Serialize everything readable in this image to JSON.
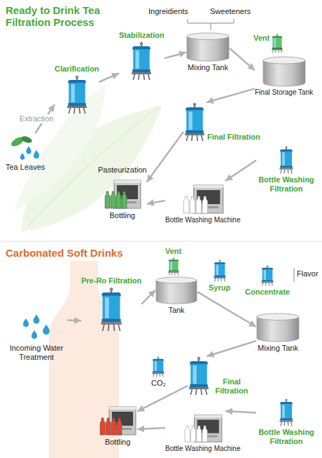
{
  "diagram": {
    "title": "Ready to Drink Tea Filtration Process",
    "nodes": [
      {
        "text": [
          "Tea Leaves"
        ]
      },
      {
        "text": [
          "Clarification"
        ]
      },
      {
        "text": [
          "Stabilization"
        ]
      },
      {
        "text": [
          "Mixing Tank"
        ]
      },
      {
        "text": [
          "Vent"
        ]
      },
      {
        "text": [
          "Final Storage Tank"
        ]
      },
      {
        "text": [
          "Final Filtration"
        ]
      },
      {
        "text": [
          "Bottle Washing Filtration"
        ]
      },
      {
        "text": [
          "Bottle Washing Machine"
        ]
      },
      {
        "text": [
          "Pasteurization",
          "Bottling"
        ]
      },
      {
        "text": [
          "Incoming Water Treatment"
        ]
      },
      {
        "text": [
          "Pre-Ro Filtration"
        ]
      },
      {
        "text": [
          "Vent"
        ]
      },
      {
        "text": [
          "Tank"
        ]
      },
      {
        "text": [
          "Syrup"
        ]
      },
      {
        "text": [
          "Concentrate"
        ]
      },
      {
        "text": [
          "Mixing Tank"
        ]
      },
      {
        "text": [
          "CO₂"
        ]
      },
      {
        "text": [
          "Final Filtration"
        ]
      },
      {
        "text": [
          "Bottle Washing Filtration"
        ]
      },
      {
        "text": [
          "Bottle Washing Machine"
        ]
      },
      {
        "text": [
          "Bottling"
        ]
      }
    ],
    "edges": [
      {
        "from": 0,
        "to": 1,
        "label": "Extraction",
        "arrow": "to"
      },
      {
        "from": 1,
        "to": 2,
        "arrow": "to"
      },
      {
        "from": 2,
        "to": 3,
        "arrow": "to"
      },
      {
        "from": 3,
        "to": 5,
        "arrow": "to"
      },
      {
        "from": 5,
        "to": 6,
        "arrow": "to"
      },
      {
        "from": 6,
        "to": 9,
        "arrow": "to"
      },
      {
        "from": 7,
        "to": 8,
        "arrow": "to"
      },
      {
        "from": 8,
        "to": 9,
        "arrow": "to"
      },
      {
        "from": 10,
        "to": 11,
        "arrow": "to"
      },
      {
        "from": 11,
        "to": 13,
        "arrow": "to"
      },
      {
        "from": 13,
        "to": 16,
        "arrow": "to"
      },
      {
        "from": 16,
        "to": 18,
        "arrow": "to"
      },
      {
        "from": 18,
        "to": 21,
        "arrow": "to"
      },
      {
        "from": 19,
        "to": 20,
        "arrow": "to"
      },
      {
        "from": 20,
        "to": 21,
        "arrow": "to"
      }
    ],
    "labels": [
      "Ingreidients",
      "Sweeteners",
      "Carbonated Soft Drinks",
      "Flavor"
    ]
  }
}
